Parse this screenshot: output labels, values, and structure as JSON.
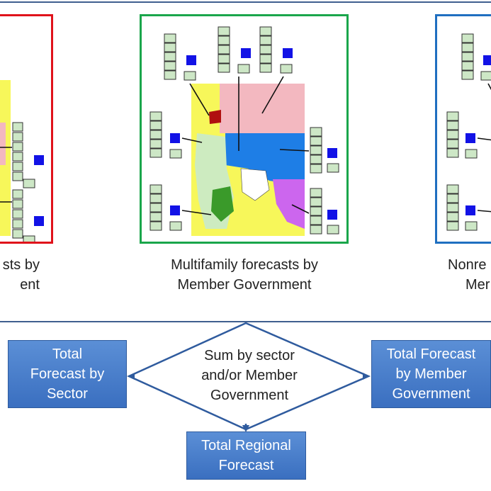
{
  "panels": {
    "left": {
      "caption_line1": "sts by",
      "caption_line2": "ent",
      "border_color": "#e0121b"
    },
    "center": {
      "caption_line1": "Multifamily forecasts by",
      "caption_line2": "Member Government",
      "border_color": "#1aa64b"
    },
    "right": {
      "caption_line1": "Nonre",
      "caption_line2": "Mer",
      "border_color": "#1f6fc0"
    }
  },
  "flow": {
    "diamond_label_line1": "Sum by sector",
    "diamond_label_line2": "and/or Member",
    "diamond_label_line3": "Government",
    "left_box_line1": "Total",
    "left_box_line2": "Forecast by",
    "left_box_line3": "Sector",
    "right_box_line1": "Total Forecast",
    "right_box_line2": "by Member",
    "right_box_line3": "Government",
    "bottom_box_line1": "Total Regional",
    "bottom_box_line2": "Forecast"
  },
  "colors": {
    "divider": "#3f5f8f",
    "box_fill": "#4a7fcc",
    "arrow": "#2f5b9e"
  }
}
